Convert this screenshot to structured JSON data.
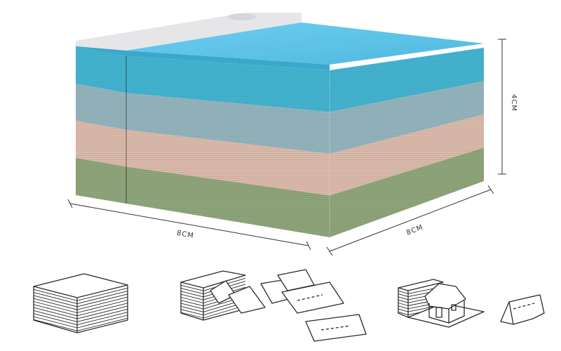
{
  "dimensions": {
    "width_label": "8CM",
    "depth_label": "8CM",
    "height_label": "4CM"
  },
  "layers": [
    {
      "name": "blue",
      "color": "#43b3cf"
    },
    {
      "name": "grey-blue",
      "color": "#93b3bc"
    },
    {
      "name": "pink",
      "color": "#d9b9aa"
    },
    {
      "name": "green",
      "color": "#8ea47a"
    }
  ],
  "colors": {
    "top_face": "#63c4e6",
    "cover_strip": "#e6e6e8",
    "line": "#333333",
    "sketch": "#2a2a2a"
  },
  "sketches": [
    {
      "name": "stacked-block-sketch"
    },
    {
      "name": "torn-pages-sketch"
    },
    {
      "name": "house-popup-sketch"
    }
  ]
}
